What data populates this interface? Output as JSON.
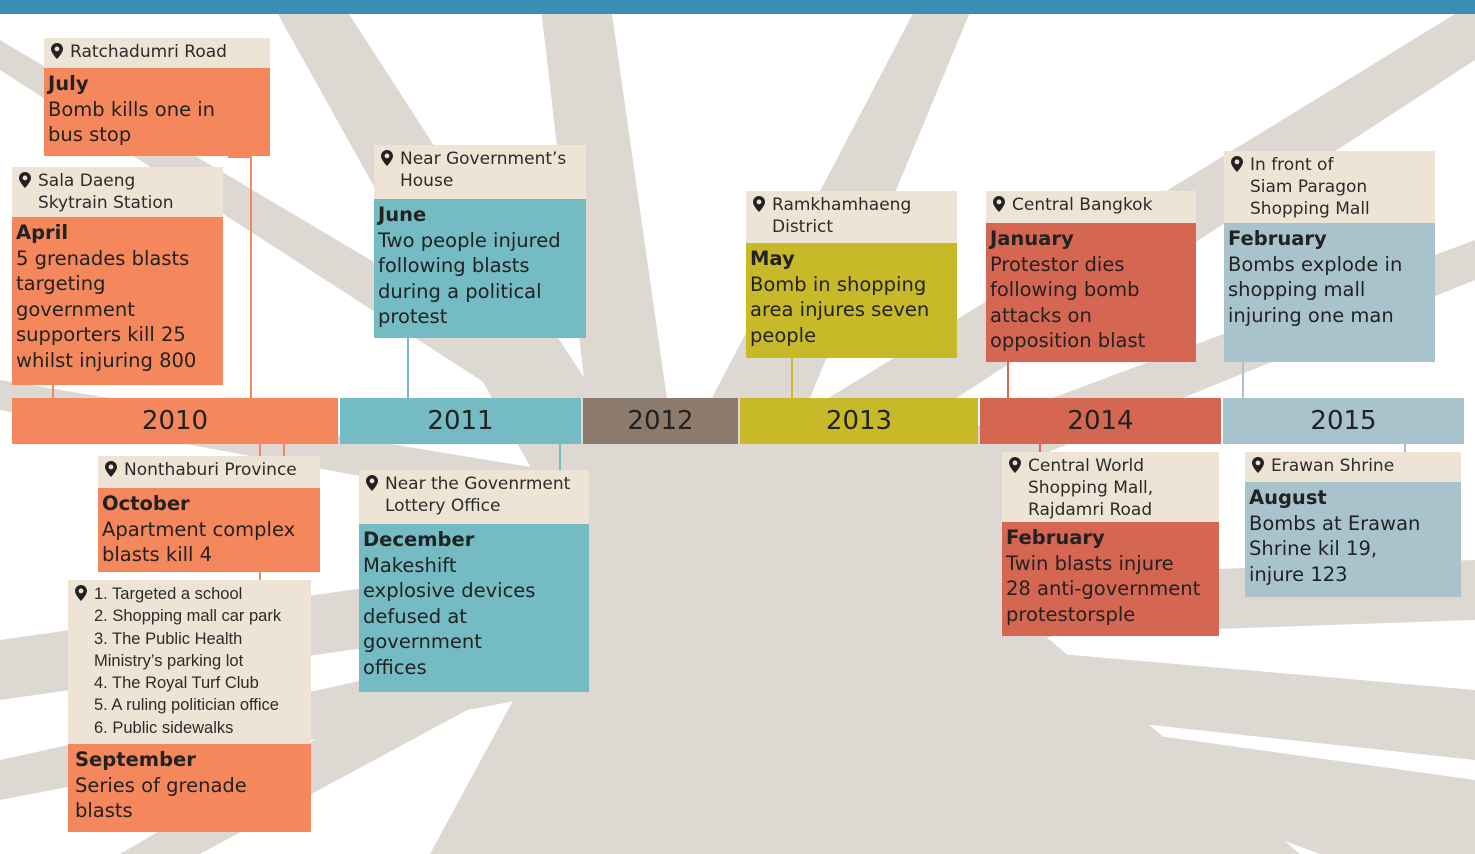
{
  "colors": {
    "topbar": "#3a8db3",
    "burst": "#ddd8d1",
    "location_bg": "#ede4d6",
    "y2010": "#f5875c",
    "y2011": "#74bbc4",
    "y2012": "#8c7b6d",
    "y2013": "#c8b928",
    "y2014": "#d56651",
    "y2015": "#a9c3cd"
  },
  "years": [
    "2010",
    "2011",
    "2012",
    "2013",
    "2014",
    "2015"
  ],
  "icons": {
    "location": "map-pin-icon"
  },
  "events": {
    "july_2010": {
      "location": "Ratchadumri Road",
      "month": "July",
      "text": [
        "Bomb kills one in",
        "bus stop"
      ]
    },
    "april_2010": {
      "location": [
        "Sala Daeng",
        "Skytrain Station"
      ],
      "month": "April",
      "text": [
        "5 grenades blasts",
        "targeting",
        "government",
        "supporters kill 25",
        "whilst injuring 800"
      ]
    },
    "october_2010": {
      "location": "Nonthaburi Province",
      "month": "October",
      "text": [
        "Apartment complex",
        "blasts kill 4"
      ]
    },
    "september_2010": {
      "location": [
        "1. Targeted a school",
        "2. Shopping mall car park",
        "3. The Public Health",
        "Ministry’s parking lot",
        "4. The Royal Turf Club",
        "5. A ruling politician office",
        "6. Public sidewalks"
      ],
      "month": "September",
      "text": [
        "Series of grenade",
        "blasts"
      ]
    },
    "june_2011": {
      "location": [
        "Near Government’s",
        "House"
      ],
      "month": "June",
      "text": [
        "Two people injured",
        "following blasts",
        "during a political",
        "protest"
      ]
    },
    "december_2011": {
      "location": [
        "Near the Govenrment",
        "Lottery Office"
      ],
      "month": "December",
      "text": [
        "Makeshift",
        "explosive devices",
        "defused at",
        "government",
        "offices"
      ]
    },
    "may_2013": {
      "location": [
        "Ramkhamhaeng",
        "District"
      ],
      "month": "May",
      "text": [
        "Bomb in shopping",
        "area injures seven",
        "people"
      ]
    },
    "january_2014": {
      "location": "Central Bangkok",
      "month": "January",
      "text": [
        "Protestor dies",
        "following bomb",
        "attacks on",
        "opposition blast"
      ]
    },
    "february_2014": {
      "location": [
        "Central World",
        "Shopping Mall,",
        "Rajdamri Road"
      ],
      "month": "February",
      "text": [
        "Twin blasts injure",
        "28 anti-government",
        "protestorsple"
      ]
    },
    "february_2015": {
      "location": [
        "In front of",
        "Siam Paragon",
        "Shopping Mall"
      ],
      "month": "February",
      "text": [
        "Bombs explode in",
        "shopping mall",
        "injuring one man"
      ]
    },
    "august_2015": {
      "location": "Erawan Shrine",
      "month": "August",
      "text": [
        "Bombs at Erawan",
        "Shrine kil 19,",
        "injure 123"
      ]
    }
  }
}
